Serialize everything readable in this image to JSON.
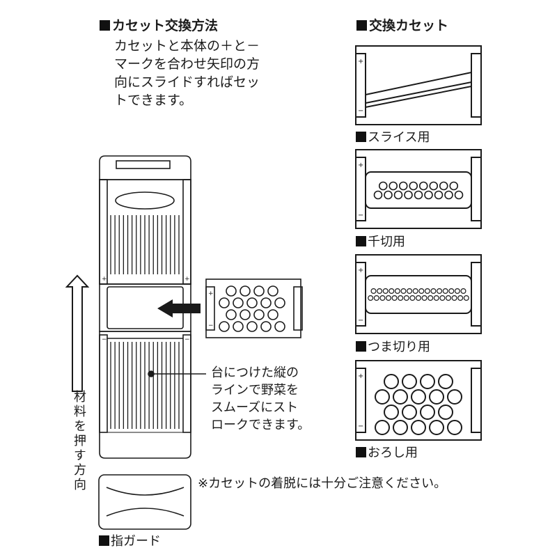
{
  "left_section": {
    "heading": "カセット交換方法",
    "instructions": "カセットと本体の＋と－\nマークを合わせ矢印の方\n向にスライドすればセッ\nトできます。"
  },
  "right_section": {
    "heading": "交換カセット",
    "cassettes": [
      {
        "label": "スライス用",
        "type": "slice"
      },
      {
        "label": "千切用",
        "type": "julienne",
        "holes_rows": [
          8,
          9
        ]
      },
      {
        "label": "つま切り用",
        "type": "fine-julienne",
        "holes_rows": [
          16,
          17
        ]
      },
      {
        "label": "おろし用",
        "type": "grater",
        "holes_rows": [
          4,
          5,
          4,
          5
        ]
      }
    ]
  },
  "body_diagram": {
    "stroke_callout": "台につけた縦の\nラインで野菜を\nスムーズにスト\nロークできます。",
    "direction_label": "材料を押す方向",
    "plus_mark": "+",
    "minus_mark": "−"
  },
  "finger_guard": {
    "label": "指ガード"
  },
  "caution_note": "※カセットの着脱には十分ご注意ください。",
  "colors": {
    "ink": "#1a1a1a",
    "background": "#ffffff"
  }
}
